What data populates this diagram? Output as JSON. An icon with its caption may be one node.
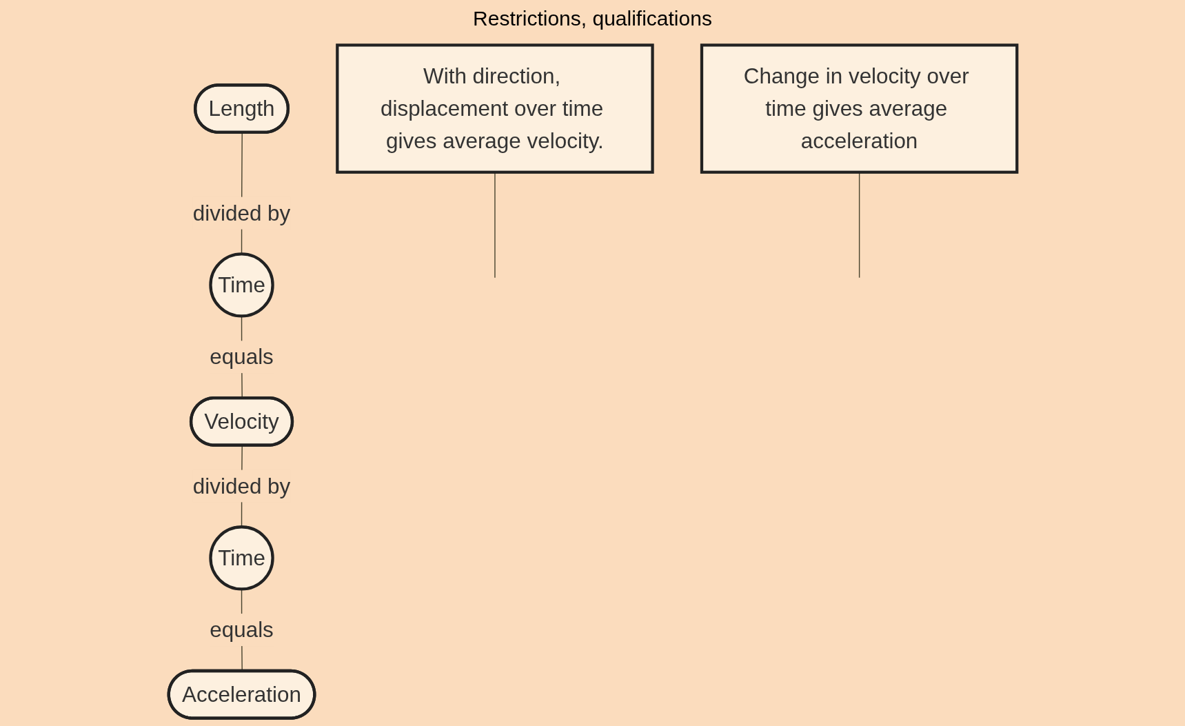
{
  "diagram": {
    "nodes": [
      {
        "text": [
          "Length"
        ]
      },
      {
        "text": [
          "Time"
        ]
      },
      {
        "text": [
          "Velocity"
        ]
      },
      {
        "text": [
          "Time"
        ]
      },
      {
        "text": [
          "Acceleration"
        ]
      },
      {
        "text": [
          "With direction, displacement over time gives average velocity."
        ]
      },
      {
        "text": [
          "Change in velocity over time gives average acceleration"
        ]
      }
    ],
    "edges": [
      {
        "from": 0,
        "to": 1,
        "arrow": "none",
        "label": "divided by"
      },
      {
        "from": 1,
        "to": 2,
        "arrow": "none",
        "label": "equals"
      },
      {
        "from": 2,
        "to": 3,
        "arrow": "none",
        "label": "divided by"
      },
      {
        "from": 3,
        "to": 4,
        "arrow": "none",
        "label": "equals"
      },
      {
        "from": 5,
        "to": null,
        "arrow": "none"
      },
      {
        "from": 6,
        "to": null,
        "arrow": "none"
      }
    ],
    "labels": [
      "Restrictions, qualifications"
    ]
  }
}
